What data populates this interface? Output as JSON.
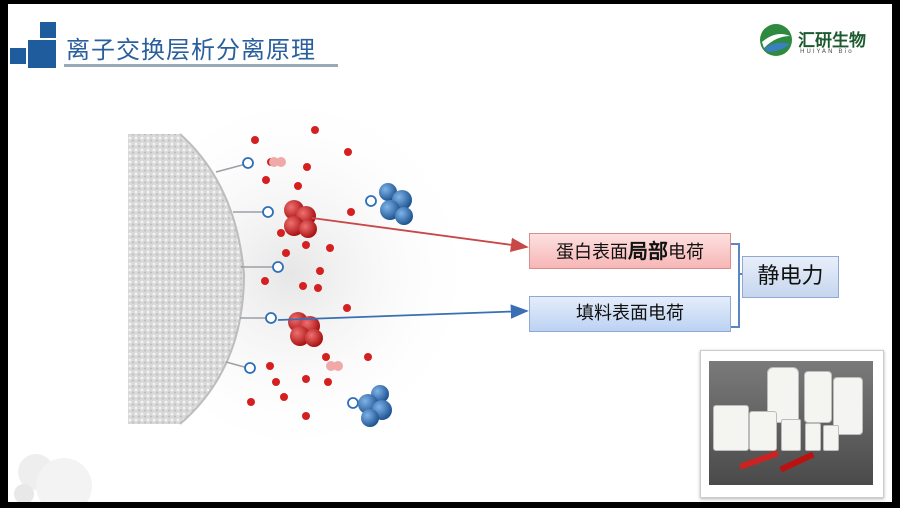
{
  "title": "离子交换层析分离原理",
  "logo": {
    "name": "汇研生物",
    "sub": "HUIYAN Bio"
  },
  "labels": {
    "protein_prefix": "蛋白表面",
    "protein_bold": "局部",
    "protein_suffix": "电荷",
    "filler": "填料表面电荷",
    "static": "静电力"
  },
  "colors": {
    "title": "#2a5f9e",
    "negative_ion": "#d42020",
    "positive_ion": "#2d6fb8",
    "protein_arrow": "#c84848",
    "filler_arrow": "#3a6eb5"
  }
}
